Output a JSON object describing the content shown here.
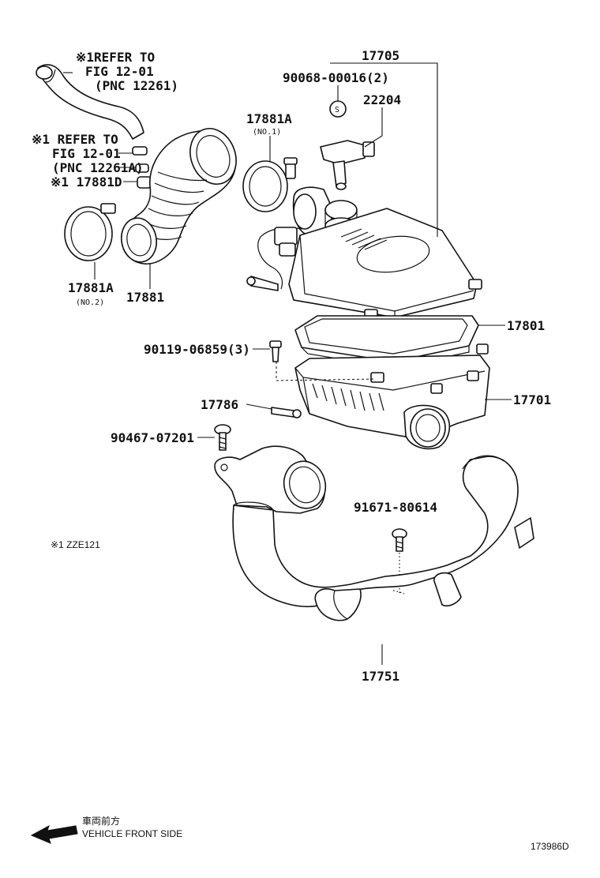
{
  "labels": {
    "refer1_line1": "※1REFER TO",
    "refer1_line2": "FIG 12-01",
    "refer1_line3": "(PNC 12261)",
    "refer2_line1": "※1 REFER TO",
    "refer2_line2": "FIG 12-01",
    "refer2_line3": "(PNC 12261A)",
    "p17881d": "※1 17881D",
    "p17705": "17705",
    "p90068": "90068-00016(2)",
    "p22204": "22204",
    "p17881a_no1": "17881A",
    "p17881a_no1_sub": "(NO.1)",
    "p17881a_no2": "17881A",
    "p17881a_no2_sub": "(NO.2)",
    "p17881": "17881",
    "p17801": "17801",
    "p90119": "90119-06859(3)",
    "p17786": "17786",
    "p17701": "17701",
    "p90467": "90467-07201",
    "p91671": "91671-80614",
    "p17751": "17751",
    "zze_note": "※1 ZZE121",
    "s_mark": "S"
  },
  "footer": {
    "front_jp": "車両前方",
    "front_en": "VEHICLE FRONT SIDE",
    "figure_id": "173986D"
  }
}
